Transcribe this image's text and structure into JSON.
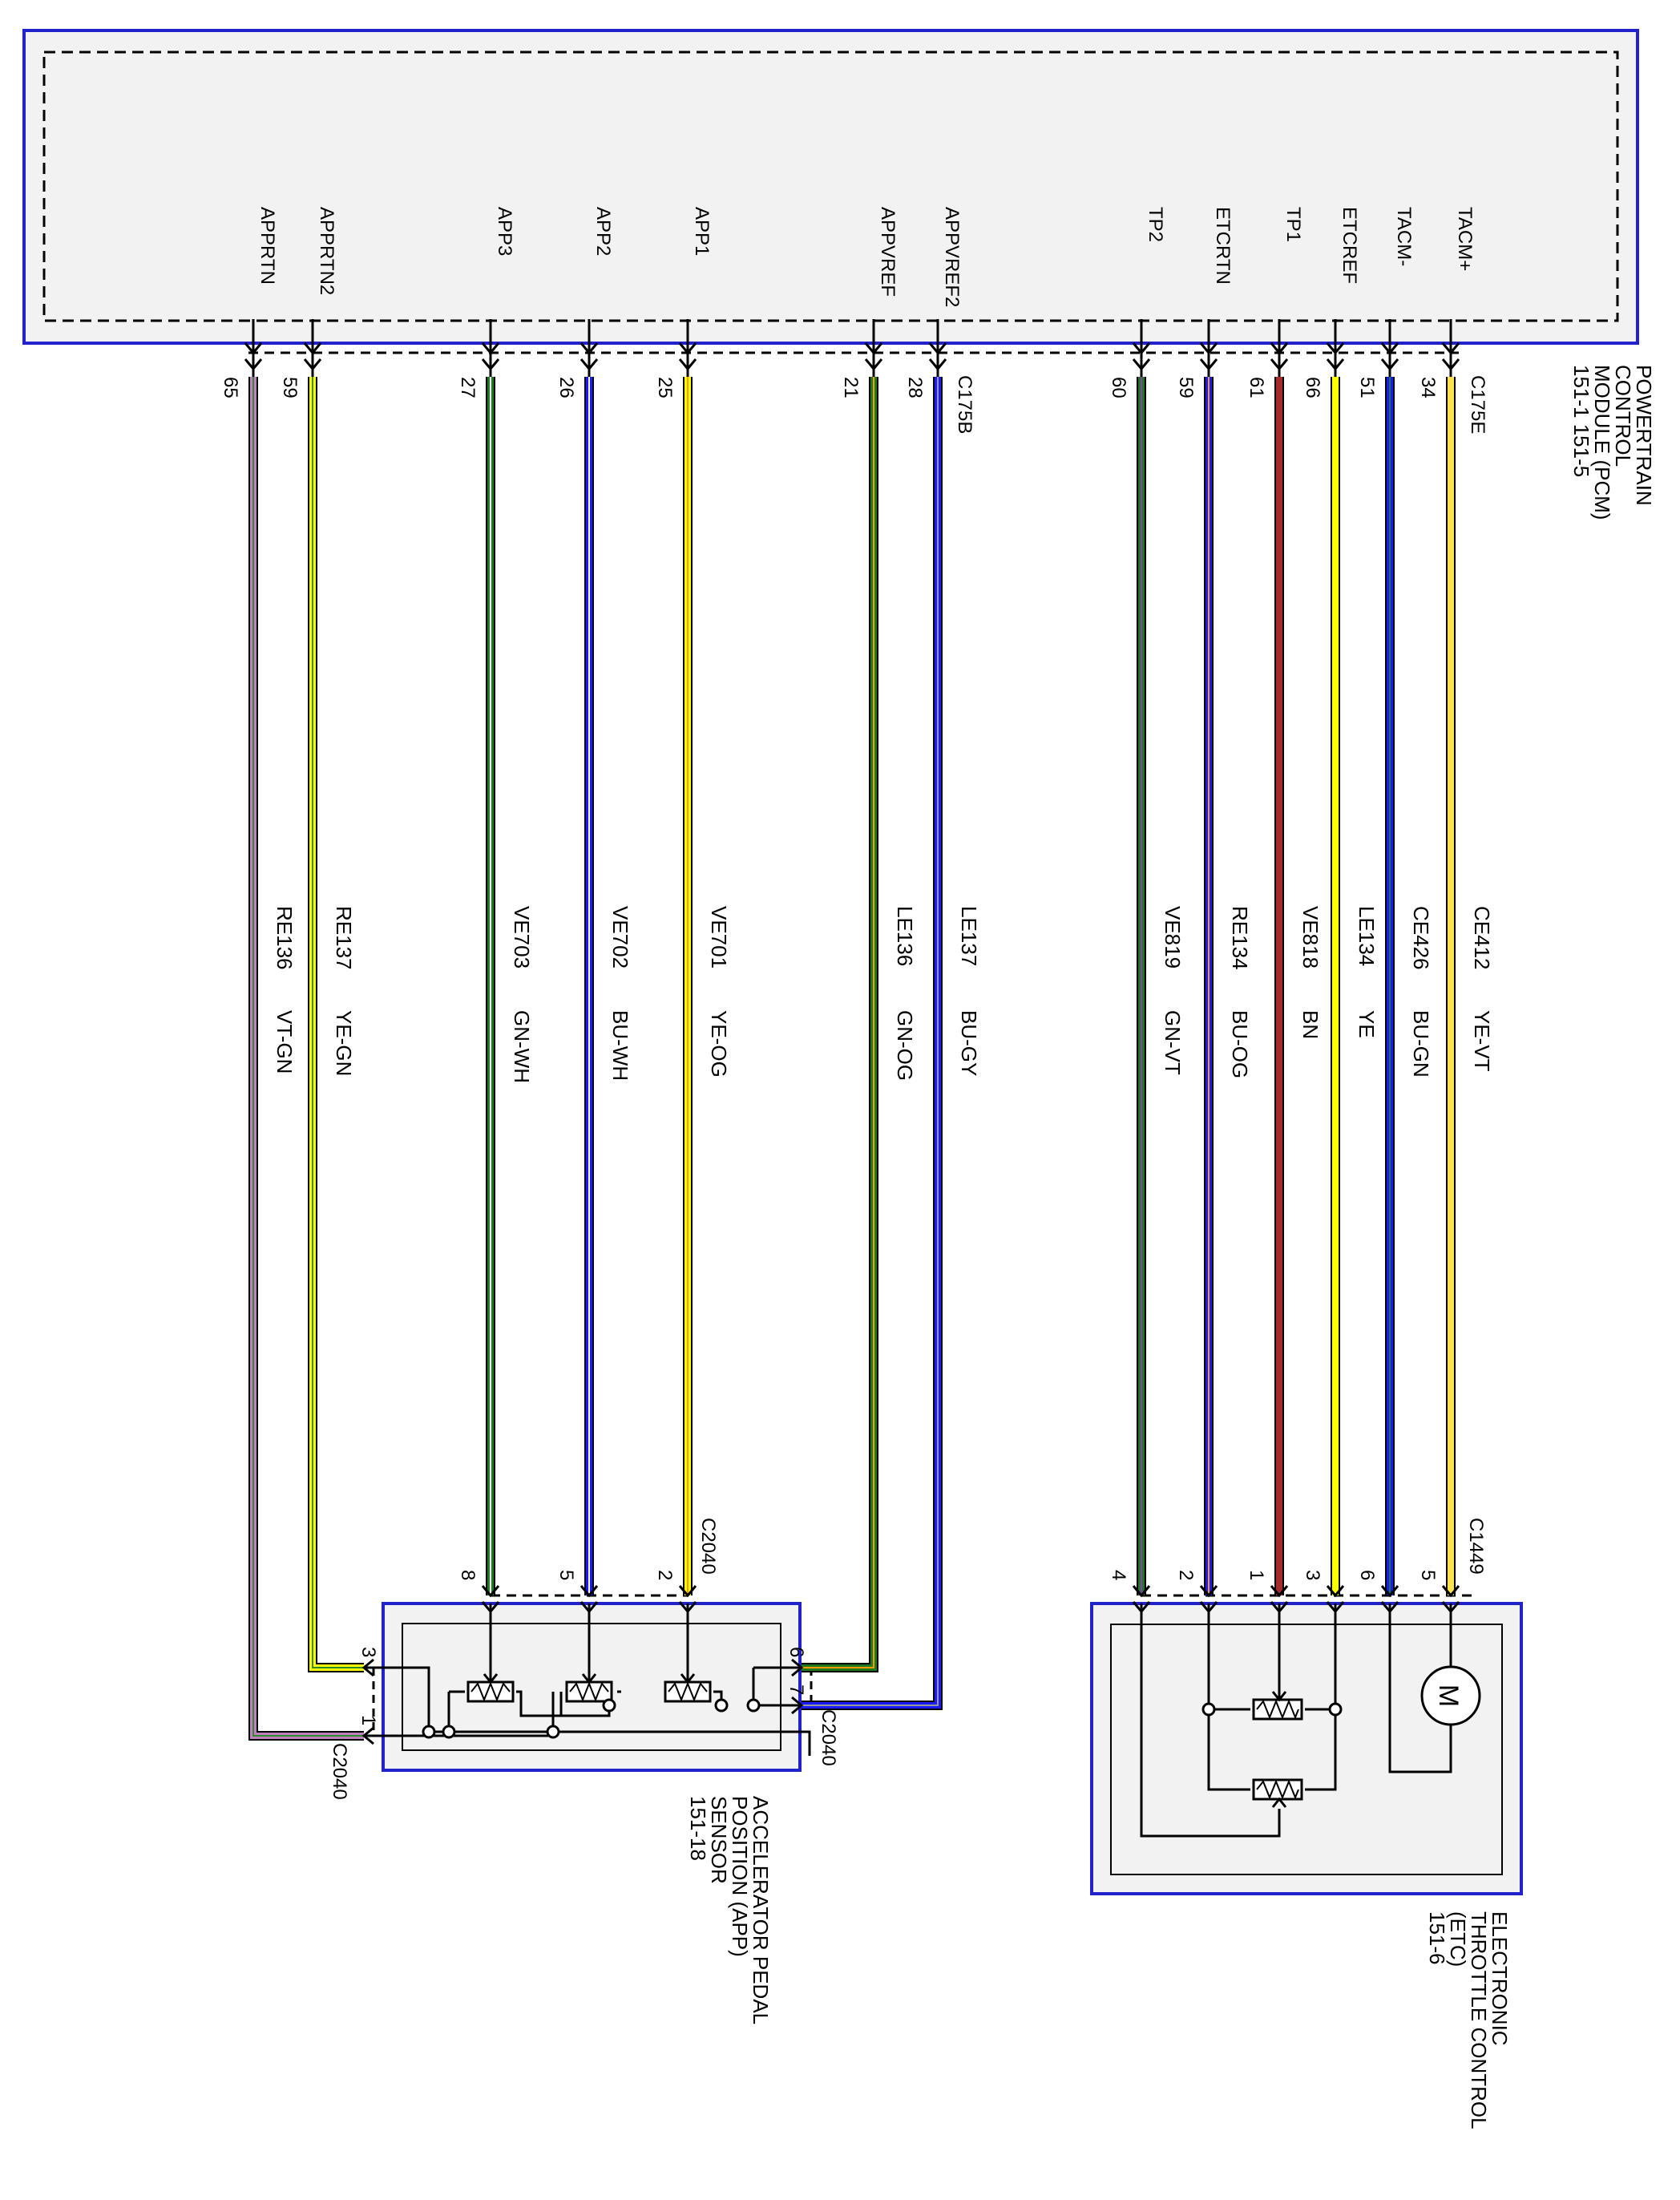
{
  "pcm": {
    "name_lines": [
      "POWERTRAIN",
      "CONTROL",
      "MODULE (PCM)",
      "151-1  151-5"
    ],
    "connector_app": "C175B",
    "connector_etc": "C175E"
  },
  "app_sensor": {
    "name_lines": [
      "ACCELERATOR PEDAL",
      "POSITION (APP)",
      "SENSOR",
      "151-18"
    ],
    "connector": "C2040"
  },
  "etc": {
    "name_lines": [
      "ELECTRONIC",
      "THROTTLE CONTROL",
      "(ETC)",
      "151-6"
    ],
    "connector": "C1449"
  },
  "wires": [
    {
      "pin_label": "APPRTN",
      "pcm_pin": "65",
      "circuit": "RE136",
      "color_code": "VT-GN",
      "device_pin": "1",
      "c1": "#c080c0",
      "c2": "#2e8b2e"
    },
    {
      "pin_label": "APPRTN2",
      "pcm_pin": "59",
      "circuit": "RE137",
      "color_code": "YE-GN",
      "device_pin": "3",
      "c1": "#ffff00",
      "c2": "#2e8b2e"
    },
    {
      "pin_label": "APP3",
      "pcm_pin": "27",
      "circuit": "VE703",
      "color_code": "GN-WH",
      "device_pin": "8",
      "c1": "#1f7a1f",
      "c2": "#ffffff"
    },
    {
      "pin_label": "APP2",
      "pcm_pin": "26",
      "circuit": "VE702",
      "color_code": "BU-WH",
      "device_pin": "5",
      "c1": "#1a1aff",
      "c2": "#ffffff"
    },
    {
      "pin_label": "APP1",
      "pcm_pin": "25",
      "circuit": "VE701",
      "color_code": "YE-OG",
      "device_pin": "2",
      "c1": "#ffff00",
      "c2": "#ff9900"
    },
    {
      "pin_label": "APPVREF",
      "pcm_pin": "21",
      "circuit": "LE136",
      "color_code": "GN-OG",
      "device_pin": "6",
      "c1": "#1f7a1f",
      "c2": "#ff9900"
    },
    {
      "pin_label": "APPVREF2",
      "pcm_pin": "28",
      "circuit": "LE137",
      "color_code": "BU-GY",
      "device_pin": "7",
      "c1": "#1a1aff",
      "c2": "#999999"
    },
    {
      "pin_label": "TP2",
      "pcm_pin": "60",
      "circuit": "VE819",
      "color_code": "GN-VT",
      "device_pin": "4",
      "c1": "#1f7a1f",
      "c2": "#9932cc"
    },
    {
      "pin_label": "ETCRTN",
      "pcm_pin": "59",
      "circuit": "RE134",
      "color_code": "BU-OG",
      "device_pin": "2",
      "c1": "#1a1aff",
      "c2": "#ff9900"
    },
    {
      "pin_label": "TP1",
      "pcm_pin": "61",
      "circuit": "VE818",
      "color_code": "BN",
      "device_pin": "1",
      "c1": "#a52a2a",
      "c2": "#a52a2a"
    },
    {
      "pin_label": "ETCREF",
      "pcm_pin": "66",
      "circuit": "LE134",
      "color_code": "YE",
      "device_pin": "3",
      "c1": "#ffff00",
      "c2": "#ffff00"
    },
    {
      "pin_label": "TACM-",
      "pcm_pin": "51",
      "circuit": "CE426",
      "color_code": "BU-GN",
      "device_pin": "6",
      "c1": "#1a1aff",
      "c2": "#1f7a1f"
    },
    {
      "pin_label": "TACM+",
      "pcm_pin": "34",
      "circuit": "CE412",
      "color_code": "YE-VT",
      "device_pin": "5",
      "c1": "#ffe14d",
      "c2": "#ffe14d"
    }
  ],
  "motor_symbol": "M",
  "colors": {
    "module_border": "#2222cc",
    "module_fill": "#f2f2f2"
  }
}
